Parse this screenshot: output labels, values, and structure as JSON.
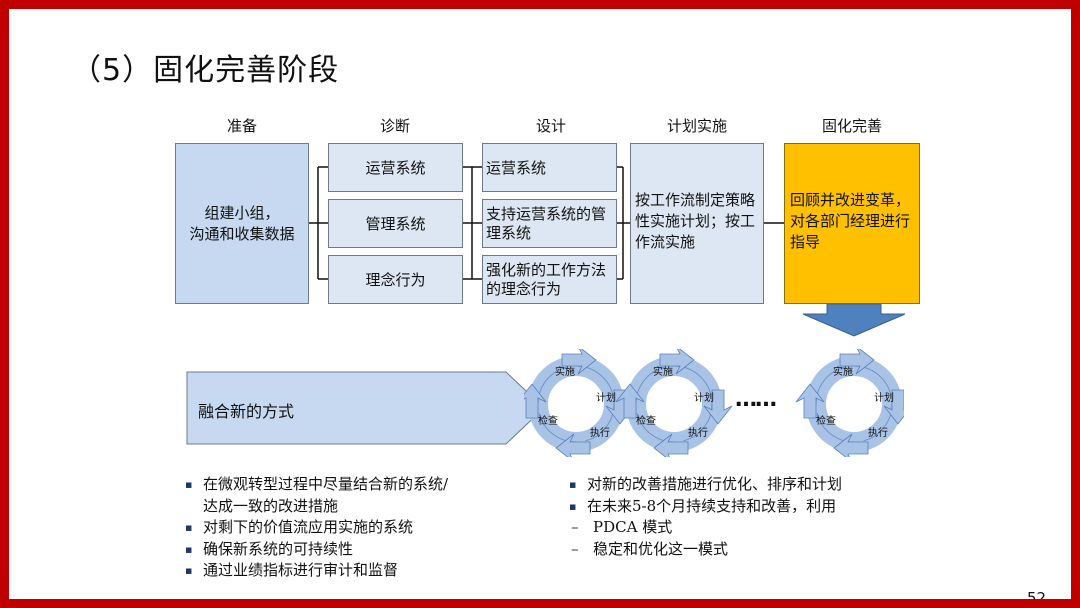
{
  "title": "（5）固化完善阶段",
  "page_number": "52",
  "headers": [
    "准备",
    "诊断",
    "设计",
    "计划实施",
    "固化完善"
  ],
  "boxes": {
    "prepare": "组建小组，\n沟通和收集数据",
    "diagnose": [
      "运营系统",
      "管理系统",
      "理念行为"
    ],
    "design": [
      "运营系统",
      "支持运营系统的管理系统",
      "强化新的工作方法的理念行为"
    ],
    "plan": "按工作流制定策略性实施计划；按工作流实施",
    "solidify": "回顾并改进变革，对各部门经理进行指导"
  },
  "banner": "融合新的方式",
  "cycle_labels": [
    "实施",
    "计划",
    "执行",
    "检查"
  ],
  "ellipsis": "……",
  "bullets_left": [
    [
      "在微观转型过程中尽量结合新的系统/",
      "达成一致的改进措施"
    ],
    [
      "对剩下的价值流应用实施的系统"
    ],
    [
      "确保新系统的可持续性"
    ],
    [
      "通过业绩指标进行审计和监督"
    ]
  ],
  "bullets_right": {
    "items": [
      "对新的改善措施进行优化、排序和计划",
      "在未来5-8个月持续支持和改善，利用"
    ],
    "subitems": [
      "PDCA 模式",
      "稳定和优化这一模式"
    ]
  },
  "colors": {
    "border": "#c00000",
    "box": "#c6d9f0",
    "gold": "#ffc000",
    "arrow": "#4f81bd"
  }
}
